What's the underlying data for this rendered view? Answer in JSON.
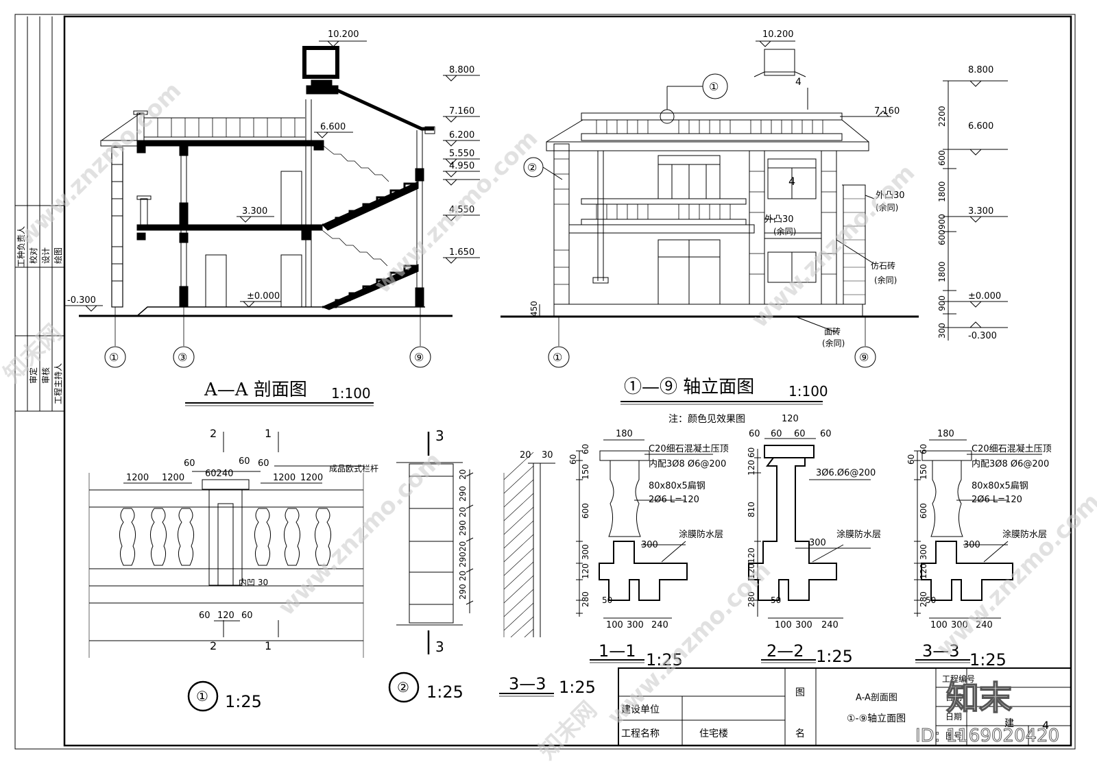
{
  "left_strip": {
    "upper_roles": [
      "工种负责人",
      "校对",
      "设计",
      "绘图"
    ],
    "lower_roles": [
      "审定",
      "审核",
      "工程主持人"
    ]
  },
  "section_aa": {
    "title": "A—A 剖面图",
    "scale": "1:100",
    "elevations": [
      "10.200",
      "8.800",
      "7.160",
      "6.600",
      "6.200",
      "5.550",
      "4.950",
      "4.550",
      "3.300",
      "1.650",
      "±0.000",
      "-0.300"
    ],
    "axes": [
      "①",
      "③",
      "⑨"
    ]
  },
  "elevation_19": {
    "title": "①—⑨ 轴立面图",
    "scale": "1:100",
    "note": "注：颜色见效果图",
    "elevations": [
      "10.200",
      "8.800",
      "7.160",
      "6.600",
      "3.300",
      "±0.000",
      "-0.300"
    ],
    "dims": [
      "2200",
      "600",
      "1800",
      "900",
      "600",
      "1800",
      "900",
      "300",
      "450"
    ],
    "labels": [
      "外凸30",
      "(余同)",
      "外凸30",
      "(余同)",
      "仿石砖",
      "(余同)",
      "面砖",
      "(余同)"
    ],
    "callouts": [
      "①",
      "②",
      "4",
      "4"
    ],
    "axes": [
      "①",
      "⑨"
    ]
  },
  "detail1": {
    "number": "①",
    "scale": "1:25",
    "top_marks": [
      "2",
      "1"
    ],
    "bottom_marks": [
      "2",
      "1"
    ],
    "dims_top": [
      "1200",
      "1200",
      "60",
      "60240",
      "60",
      "60",
      "1200",
      "1200"
    ],
    "dims_bottom": [
      "60",
      "120",
      "60"
    ],
    "labels": [
      "成品欧式栏杆",
      "内凹 30"
    ]
  },
  "detail2": {
    "number": "②",
    "scale": "1:25",
    "section_mark": "3",
    "dims": [
      "20",
      "30",
      "20",
      "290",
      "20",
      "290",
      "20",
      "290",
      "20",
      "290"
    ]
  },
  "detail33_label": {
    "title": "3—3",
    "scale": "1:25"
  },
  "sections": [
    {
      "title": "1—1",
      "scale": "1:25",
      "top": "180",
      "labels": [
        "C20细石混凝土压顶",
        "内配3Ø8  Ø6@200",
        "80x80x5扁钢",
        "2Ø6  L=120",
        "涂膜防水层"
      ],
      "dims_v": [
        "60",
        "60",
        "150",
        "600",
        "300",
        "120",
        "280",
        "50"
      ],
      "dim_300": "300",
      "dims_b": [
        "100",
        "300",
        "240"
      ]
    },
    {
      "title": "2—2",
      "scale": "1:25",
      "top": "120",
      "top_dims": [
        "60",
        "60",
        "60",
        "60"
      ],
      "labels": [
        "3Ø6.Ø6@200",
        "涂膜防水层"
      ],
      "dims_v": [
        "60",
        "120",
        "810",
        "120",
        "120",
        "280",
        "50"
      ],
      "dim_300": "300",
      "dims_b": [
        "100",
        "300",
        "240"
      ]
    },
    {
      "title": "3—3",
      "scale": "1:25",
      "top": "180",
      "labels": [
        "C20细石混凝土压顶",
        "内配3Ø8  Ø6@200",
        "80x80x5扁钢",
        "2Ø6  L=120",
        "涂膜防水层"
      ],
      "dims_v": [
        "60",
        "60",
        "150",
        "600",
        "300",
        "120",
        "280",
        "50"
      ],
      "dim_300": "300",
      "dims_b": [
        "100",
        "300",
        "240"
      ]
    }
  ],
  "title_block": {
    "client_label": "建设单位",
    "project_label": "工程名称",
    "project_value": "住宅楼",
    "drawing_label_1": "图",
    "drawing_label_2": "名",
    "drawing_names": [
      "A-A剖面图",
      "①-⑨轴立面图"
    ],
    "right_labels": [
      "工程编号",
      "日期",
      "日期",
      "图号"
    ],
    "sheet_no_label": "建",
    "sheet_no": "4"
  },
  "watermark": {
    "logo": "知末",
    "id": "ID: 1169020420",
    "site": "www.znzmo.com",
    "brand": "知末网"
  }
}
